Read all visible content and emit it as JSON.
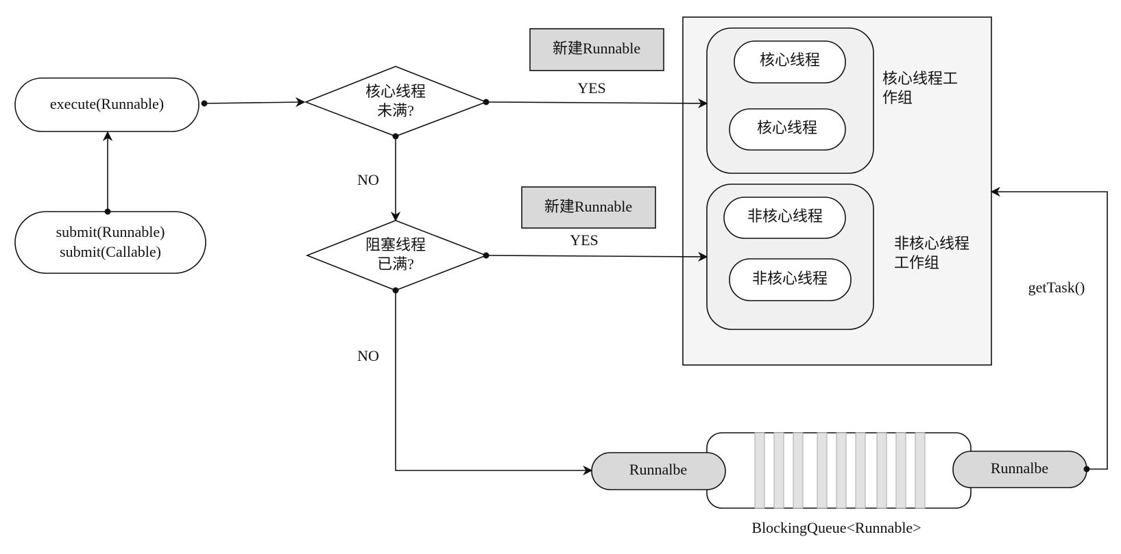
{
  "nodes": {
    "execute": "execute(Runnable)",
    "submit_runnable": "submit(Runnable)",
    "submit_callable": "submit(Callable)",
    "core_check_line1": "核心线程",
    "core_check_line2": "未满?",
    "block_check_line1": "阻塞线程",
    "block_check_line2": "已满?",
    "new_runnable_top": "新建Runnable",
    "new_runnable_mid": "新建Runnable",
    "core_thread_1": "核心线程",
    "core_thread_2": "核心线程",
    "noncore_thread_1": "非核心线程",
    "noncore_thread_2": "非核心线程",
    "runnable_in": "Runnalbe",
    "runnable_out": "Runnalbe"
  },
  "groups": {
    "core_line1": "核心线程工",
    "core_line2": "作组",
    "noncore_line1": "非核心线程",
    "noncore_line2": "工作组"
  },
  "edges": {
    "yes_top": "YES",
    "yes_mid": "YES",
    "no_top": "NO",
    "no_bottom": "NO",
    "get_task": "getTask()"
  },
  "queue": {
    "label": "BlockingQueue<Runnable>"
  },
  "colors": {
    "line": "#111111",
    "box_fill": "#d9d9d9",
    "pool_fill": "#f5f5f5",
    "group_fill": "#f0f0f0",
    "slot_fill": "#e2e2e2"
  }
}
